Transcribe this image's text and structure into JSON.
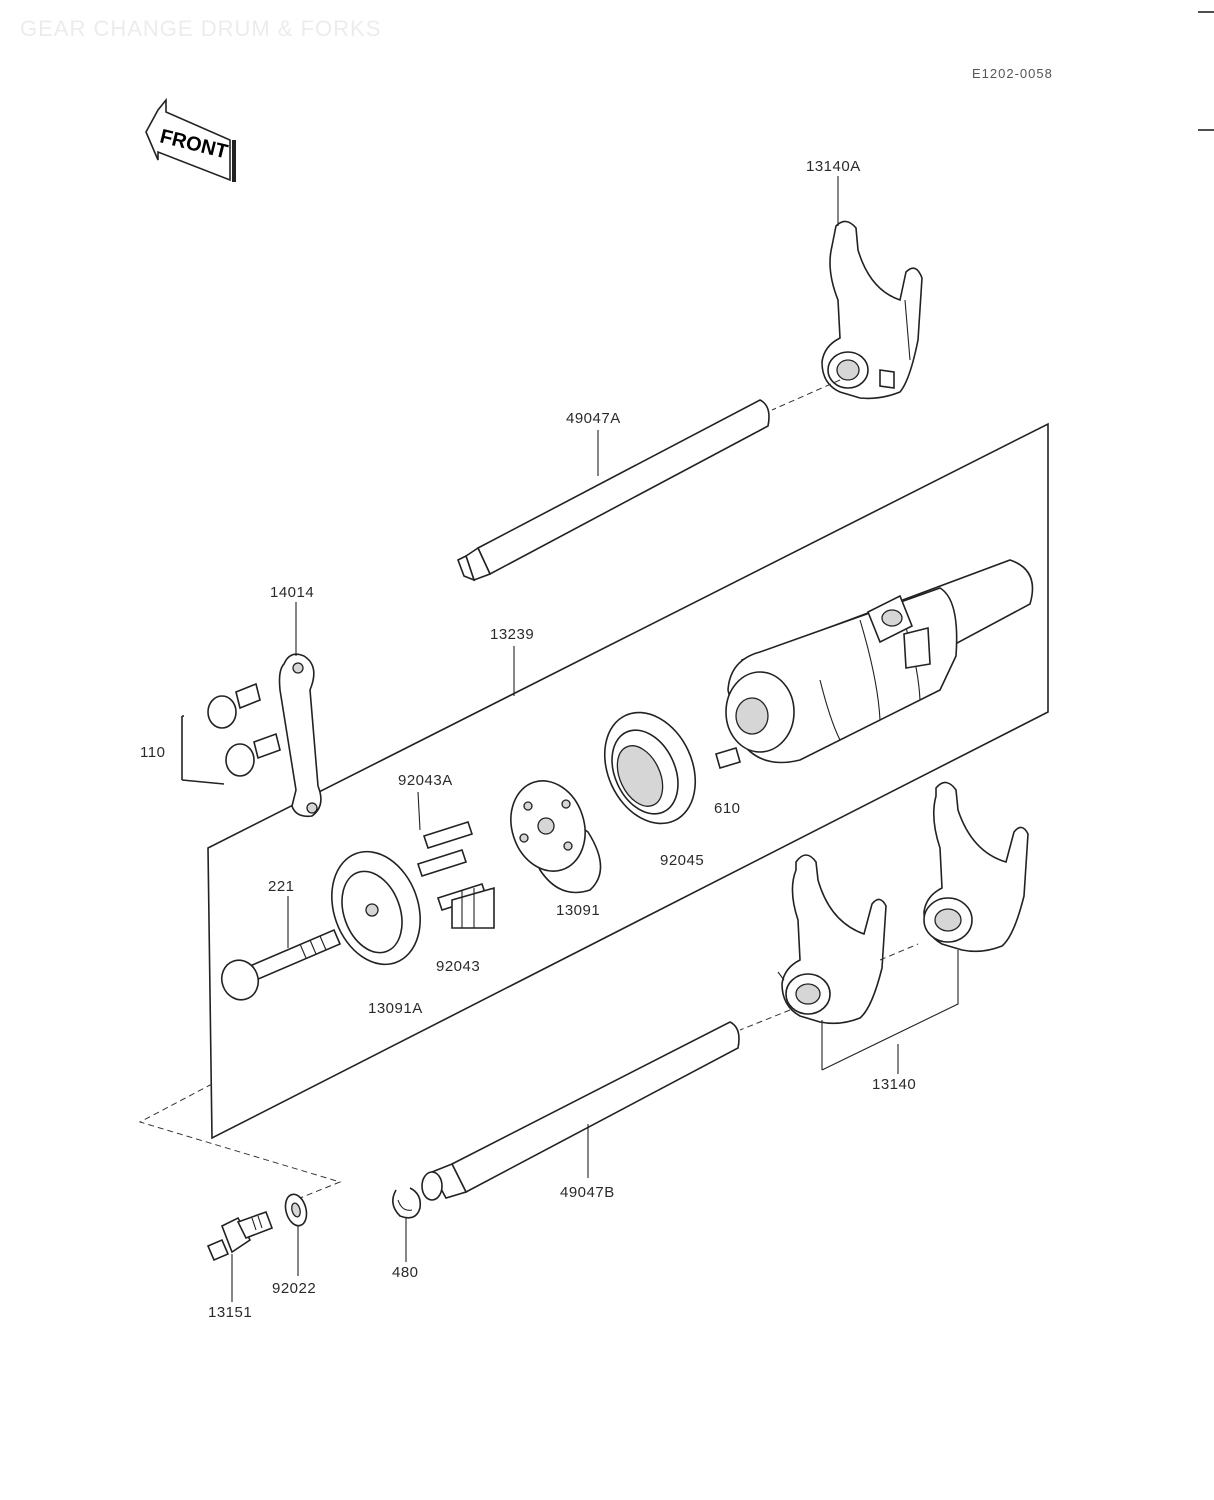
{
  "title": "GEAR CHANGE DRUM & FORKS",
  "drawing_code": "E1202-0058",
  "front_marker": "FRONT",
  "parts": {
    "p13140A": "13140A",
    "p49047A": "49047A",
    "p14014": "14014",
    "p13239": "13239",
    "p110": "110",
    "p92043A": "92043A",
    "p610": "610",
    "p92045": "92045",
    "p221": "221",
    "p13091": "13091",
    "p92043": "92043",
    "p13091A": "13091A",
    "p13140": "13140",
    "p49047B": "49047B",
    "p480": "480",
    "p92022": "92022",
    "p13151": "13151"
  },
  "colors": {
    "ink": "#222222",
    "paper": "#ffffff",
    "title_faint": "#ececec"
  }
}
